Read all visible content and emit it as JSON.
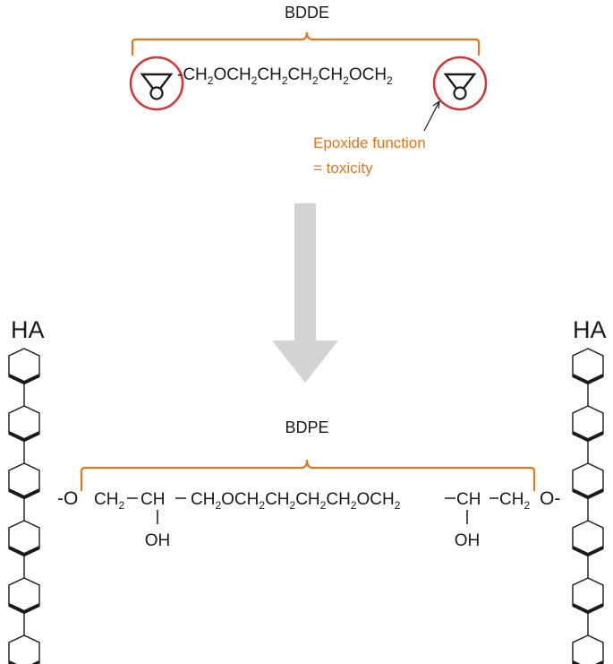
{
  "top": {
    "title": "BDDE",
    "formula_parts": [
      {
        "text": "-CH",
        "sub": "2"
      },
      {
        "text": "OCH",
        "sub": "2"
      },
      {
        "text": "CH",
        "sub": "2"
      },
      {
        "text": "CH",
        "sub": "2"
      },
      {
        "text": "CH",
        "sub": "2"
      },
      {
        "text": "OCH",
        "sub": "2"
      }
    ],
    "annotation_line1": "Epoxide function",
    "annotation_line2": "= toxicity"
  },
  "bottom": {
    "title": "BDPE",
    "ha_left": "HA",
    "ha_right": "HA",
    "o_left": "-O",
    "o_right": "O-",
    "chain_parts": [
      {
        "text": "CH",
        "sub": "2"
      },
      {
        "text": "CH",
        "sub": ""
      },
      {
        "text": "CH",
        "sub": "2"
      },
      {
        "text": "OCH",
        "sub": "2"
      },
      {
        "text": "CH",
        "sub": "2"
      },
      {
        "text": "CH",
        "sub": "2"
      },
      {
        "text": "CH",
        "sub": "2"
      },
      {
        "text": "OCH",
        "sub": "2"
      },
      {
        "text": "CH",
        "sub": ""
      },
      {
        "text": "CH",
        "sub": "2"
      }
    ],
    "oh_left": "OH",
    "oh_right": "OH"
  },
  "colors": {
    "accent_orange": "#e0761f",
    "circle_red": "#d83232",
    "arrow_gray": "#d3d3d3",
    "ink": "#1a1a1a"
  }
}
